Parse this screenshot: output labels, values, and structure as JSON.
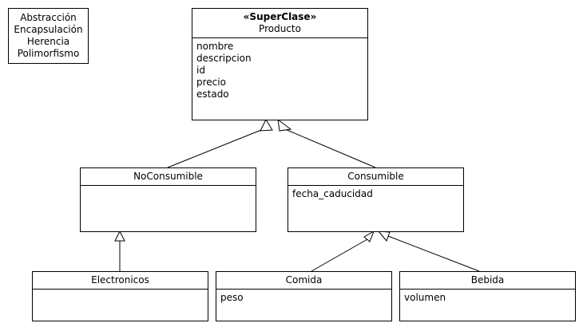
{
  "note": {
    "lines": [
      "Abstracción",
      "Encapsulación",
      "Herencia",
      "Polimorfismo"
    ]
  },
  "classes": {
    "producto": {
      "stereotype": "«SuperClase»",
      "name": "Producto",
      "attributes": [
        "nombre",
        "descripcion",
        "id",
        "precio",
        "estado"
      ]
    },
    "noconsumible": {
      "name": "NoConsumible",
      "attributes": []
    },
    "consumible": {
      "name": "Consumible",
      "attributes": [
        "fecha_caducidad"
      ]
    },
    "electronicos": {
      "name": "Electronicos",
      "attributes": []
    },
    "comida": {
      "name": "Comida",
      "attributes": [
        "peso"
      ]
    },
    "bebida": {
      "name": "Bebida",
      "attributes": [
        "volumen"
      ]
    }
  },
  "relations": [
    {
      "type": "generalization",
      "child": "NoConsumible",
      "parent": "Producto"
    },
    {
      "type": "generalization",
      "child": "Consumible",
      "parent": "Producto"
    },
    {
      "type": "generalization",
      "child": "Electronicos",
      "parent": "NoConsumible"
    },
    {
      "type": "generalization",
      "child": "Comida",
      "parent": "Consumible"
    },
    {
      "type": "generalization",
      "child": "Bebida",
      "parent": "Consumible"
    }
  ]
}
